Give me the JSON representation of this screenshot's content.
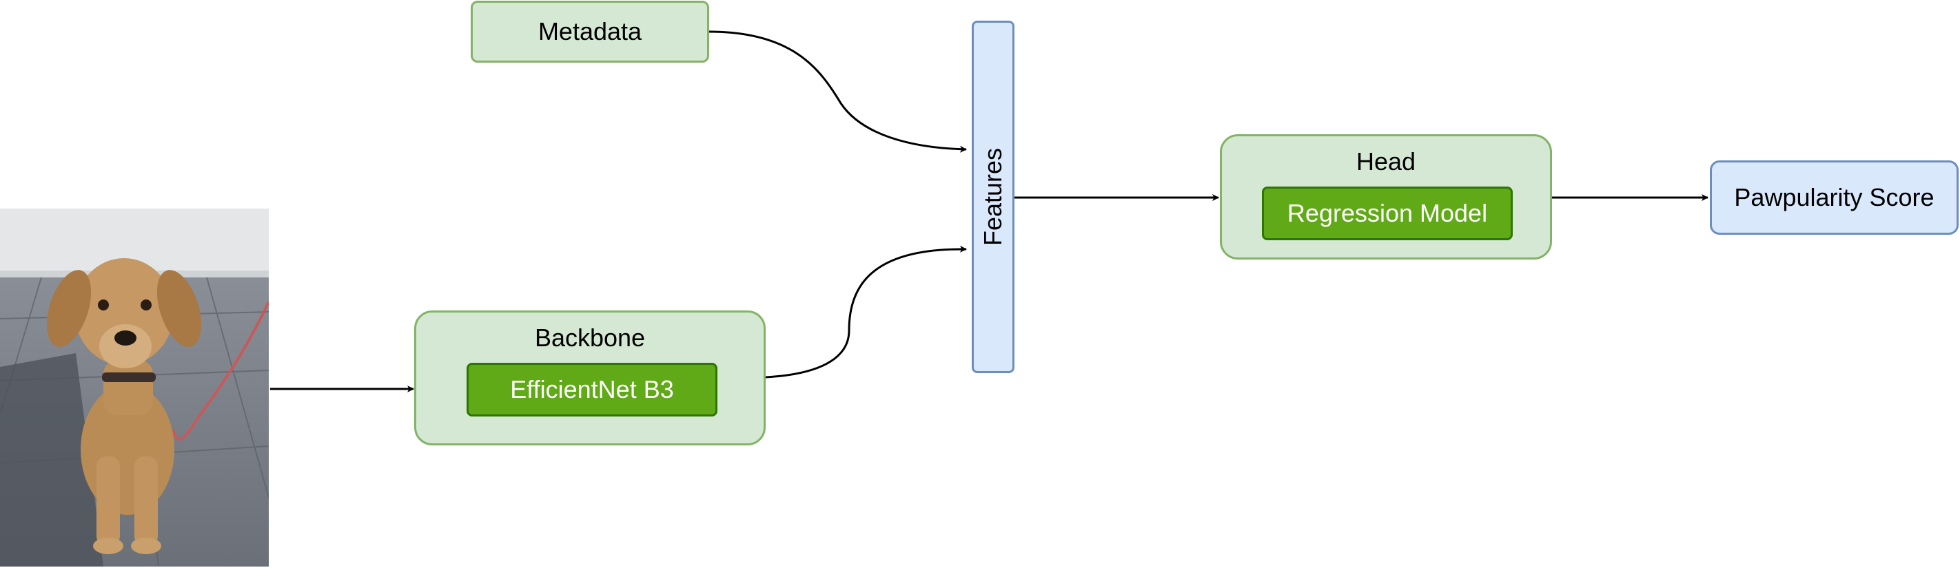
{
  "nodes": {
    "metadata": "Metadata",
    "features": "Features",
    "backbone": {
      "title": "Backbone",
      "model": "EfficientNet B3"
    },
    "head": {
      "title": "Head",
      "model": "Regression Model"
    },
    "output": "Pawpularity Score"
  },
  "input_image": {
    "subject": "dog"
  },
  "colors": {
    "green_fill": "#d5e8d4",
    "green_stroke": "#82b366",
    "blue_fill": "#dae8fc",
    "blue_stroke": "#6c8ebf",
    "model_fill": "#60a917",
    "model_stroke": "#2d7600"
  }
}
